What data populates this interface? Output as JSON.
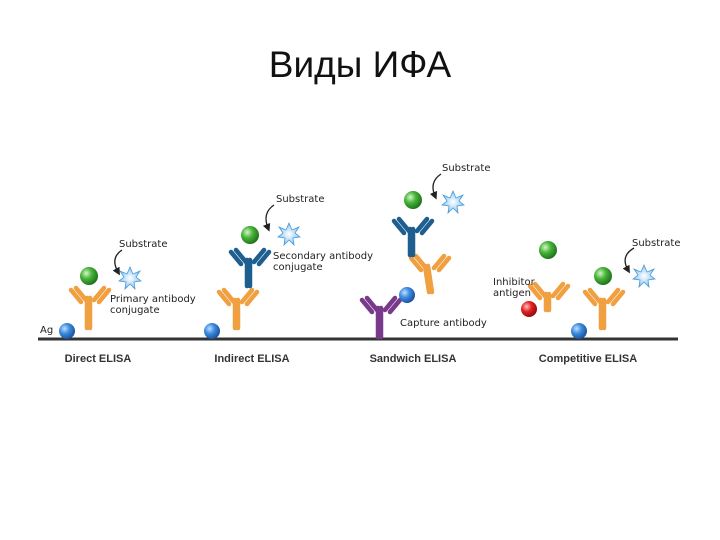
{
  "slide": {
    "title": "Виды ИФА"
  },
  "labels": {
    "ag": "Ag",
    "substrate": "Substrate",
    "primary_conjugate_1": "Primary antibody",
    "primary_conjugate_2": "conjugate",
    "secondary_conjugate_1": "Secondary antibody",
    "secondary_conjugate_2": "conjugate",
    "capture_antibody": "Capture antibody",
    "inhibitor_1": "Inhibitor",
    "inhibitor_2": "antigen"
  },
  "captions": {
    "direct": "Direct ELISA",
    "indirect": "Indirect ELISA",
    "sandwich": "Sandwich ELISA",
    "competitive": "Competitive ELISA"
  },
  "colors": {
    "antigen": "#2f7fd6",
    "enzyme": "#3aaa35",
    "primary_antibody": "#f0a040",
    "secondary_antibody": "#1f5f8f",
    "capture_antibody": "#7a3a8c",
    "inhibitor": "#e02020",
    "substrate": "#6fb6ea"
  }
}
